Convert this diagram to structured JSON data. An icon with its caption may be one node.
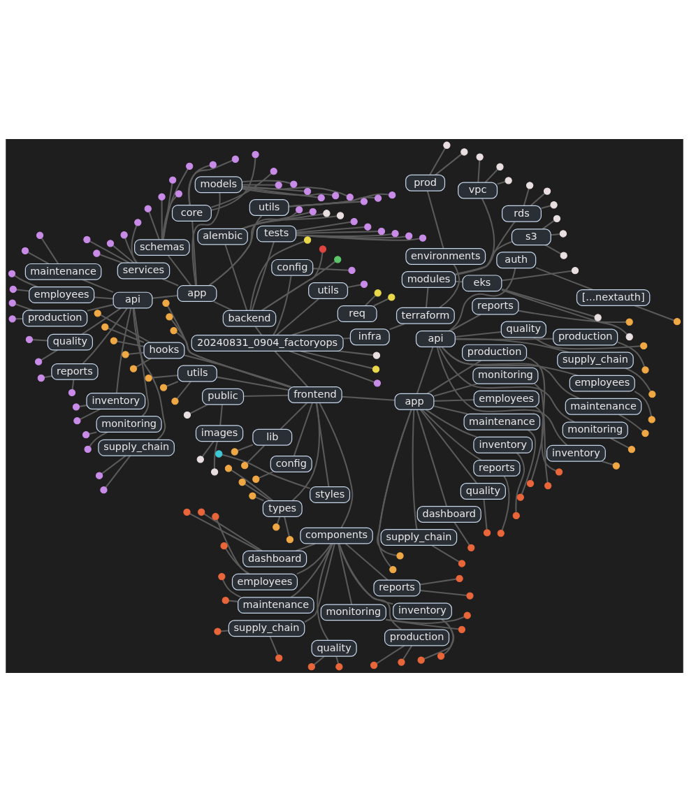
{
  "diagram": {
    "nodes": [
      {
        "text": [
          "20240831_0904_factoryops"
        ]
      },
      {
        "text": [],
        "shape": "circle"
      },
      {
        "text": [],
        "shape": "circle"
      },
      {
        "text": [],
        "shape": "circle"
      },
      {
        "text": [
          "infra"
        ]
      },
      {
        "text": [
          "terraform"
        ]
      },
      {
        "text": [
          "modules"
        ]
      },
      {
        "text": [
          "eks"
        ]
      },
      {
        "text": [],
        "shape": "circle"
      },
      {
        "text": [],
        "shape": "circle"
      },
      {
        "text": [],
        "shape": "circle"
      },
      {
        "text": [
          "s3"
        ]
      },
      {
        "text": [],
        "shape": "circle"
      },
      {
        "text": [],
        "shape": "circle"
      },
      {
        "text": [],
        "shape": "circle"
      },
      {
        "text": [
          "rds"
        ]
      },
      {
        "text": [],
        "shape": "circle"
      },
      {
        "text": [],
        "shape": "circle"
      },
      {
        "text": [],
        "shape": "circle"
      },
      {
        "text": [
          "vpc"
        ]
      },
      {
        "text": [],
        "shape": "circle"
      },
      {
        "text": [],
        "shape": "circle"
      },
      {
        "text": [],
        "shape": "circle"
      },
      {
        "text": [
          "environments"
        ]
      },
      {
        "text": [
          "prod"
        ]
      },
      {
        "text": [],
        "shape": "circle"
      },
      {
        "text": [],
        "shape": "circle"
      },
      {
        "text": [
          "req"
        ]
      },
      {
        "text": [],
        "shape": "circle"
      },
      {
        "text": [],
        "shape": "circle"
      },
      {
        "text": [
          "utils"
        ]
      },
      {
        "text": [],
        "shape": "circle"
      },
      {
        "text": [
          "config"
        ]
      },
      {
        "text": [],
        "shape": "circle"
      },
      {
        "text": [
          "backend"
        ]
      },
      {
        "text": [],
        "shape": "circle"
      },
      {
        "text": [],
        "shape": "circle"
      },
      {
        "text": [],
        "shape": "circle"
      },
      {
        "text": [
          "tests"
        ]
      },
      {
        "text": [],
        "shape": "circle"
      },
      {
        "text": [],
        "shape": "circle"
      },
      {
        "text": [],
        "shape": "circle"
      },
      {
        "text": [],
        "shape": "circle"
      },
      {
        "text": [],
        "shape": "circle"
      },
      {
        "text": [],
        "shape": "circle"
      },
      {
        "text": [
          "alembic"
        ]
      },
      {
        "text": [],
        "shape": "circle"
      },
      {
        "text": [],
        "shape": "circle"
      },
      {
        "text": [],
        "shape": "circle"
      },
      {
        "text": [
          "app"
        ]
      },
      {
        "text": [],
        "shape": "circle"
      },
      {
        "text": [
          "utils"
        ]
      },
      {
        "text": [],
        "shape": "circle"
      },
      {
        "text": [],
        "shape": "circle"
      },
      {
        "text": [],
        "shape": "circle"
      },
      {
        "text": [
          "models"
        ]
      },
      {
        "text": [],
        "shape": "circle"
      },
      {
        "text": [],
        "shape": "circle"
      },
      {
        "text": [],
        "shape": "circle"
      },
      {
        "text": [],
        "shape": "circle"
      },
      {
        "text": [],
        "shape": "circle"
      },
      {
        "text": [],
        "shape": "circle"
      },
      {
        "text": [
          "core"
        ]
      },
      {
        "text": [],
        "shape": "circle"
      },
      {
        "text": [],
        "shape": "circle"
      },
      {
        "text": [],
        "shape": "circle"
      },
      {
        "text": [],
        "shape": "circle"
      },
      {
        "text": [
          "schemas"
        ]
      },
      {
        "text": [],
        "shape": "circle"
      },
      {
        "text": [],
        "shape": "circle"
      },
      {
        "text": [],
        "shape": "circle"
      },
      {
        "text": [],
        "shape": "circle"
      },
      {
        "text": [],
        "shape": "circle"
      },
      {
        "text": [
          "services"
        ]
      },
      {
        "text": [],
        "shape": "circle"
      },
      {
        "text": [],
        "shape": "circle"
      },
      {
        "text": [],
        "shape": "circle"
      },
      {
        "text": [],
        "shape": "circle"
      },
      {
        "text": [],
        "shape": "circle"
      },
      {
        "text": [
          "api"
        ]
      },
      {
        "text": [
          "maintenance"
        ]
      },
      {
        "text": [],
        "shape": "circle"
      },
      {
        "text": [],
        "shape": "circle"
      },
      {
        "text": [
          "employees"
        ]
      },
      {
        "text": [],
        "shape": "circle"
      },
      {
        "text": [],
        "shape": "circle"
      },
      {
        "text": [
          "production"
        ]
      },
      {
        "text": [],
        "shape": "circle"
      },
      {
        "text": [],
        "shape": "circle"
      },
      {
        "text": [
          "quality"
        ]
      },
      {
        "text": [],
        "shape": "circle"
      },
      {
        "text": [],
        "shape": "circle"
      },
      {
        "text": [
          "reports"
        ]
      },
      {
        "text": [],
        "shape": "circle"
      },
      {
        "text": [],
        "shape": "circle"
      },
      {
        "text": [
          "inventory"
        ]
      },
      {
        "text": [],
        "shape": "circle"
      },
      {
        "text": [],
        "shape": "circle"
      },
      {
        "text": [
          "monitoring"
        ]
      },
      {
        "text": [],
        "shape": "circle"
      },
      {
        "text": [],
        "shape": "circle"
      },
      {
        "text": [
          "supply_chain"
        ]
      },
      {
        "text": [],
        "shape": "circle"
      },
      {
        "text": [],
        "shape": "circle"
      },
      {
        "text": [
          "frontend"
        ]
      },
      {
        "text": [],
        "shape": "circle"
      },
      {
        "text": [],
        "shape": "circle"
      },
      {
        "text": [],
        "shape": "circle"
      },
      {
        "text": [
          "hooks"
        ]
      },
      {
        "text": [],
        "shape": "circle"
      },
      {
        "text": [],
        "shape": "circle"
      },
      {
        "text": [],
        "shape": "circle"
      },
      {
        "text": [],
        "shape": "circle"
      },
      {
        "text": [],
        "shape": "circle"
      },
      {
        "text": [
          "utils"
        ]
      },
      {
        "text": [],
        "shape": "circle"
      },
      {
        "text": [],
        "shape": "circle"
      },
      {
        "text": [],
        "shape": "circle"
      },
      {
        "text": [
          "public"
        ]
      },
      {
        "text": [],
        "shape": "circle"
      },
      {
        "text": [
          "images"
        ]
      },
      {
        "text": [],
        "shape": "circle"
      },
      {
        "text": [],
        "shape": "circle"
      },
      {
        "text": [
          "lib"
        ]
      },
      {
        "text": [],
        "shape": "circle"
      },
      {
        "text": [],
        "shape": "circle"
      },
      {
        "text": [
          "config"
        ]
      },
      {
        "text": [],
        "shape": "circle"
      },
      {
        "text": [
          "styles"
        ]
      },
      {
        "text": [],
        "shape": "circle"
      },
      {
        "text": [
          "types"
        ]
      },
      {
        "text": [],
        "shape": "circle"
      },
      {
        "text": [],
        "shape": "circle"
      },
      {
        "text": [],
        "shape": "circle"
      },
      {
        "text": [],
        "shape": "circle"
      },
      {
        "text": [],
        "shape": "circle"
      },
      {
        "text": [
          "components"
        ]
      },
      {
        "text": [
          "dashboard"
        ]
      },
      {
        "text": [],
        "shape": "circle"
      },
      {
        "text": [],
        "shape": "circle"
      },
      {
        "text": [
          "employees"
        ]
      },
      {
        "text": [],
        "shape": "circle"
      },
      {
        "text": [],
        "shape": "circle"
      },
      {
        "text": [
          "maintenance"
        ]
      },
      {
        "text": [],
        "shape": "circle"
      },
      {
        "text": [],
        "shape": "circle"
      },
      {
        "text": [
          "supply_chain"
        ]
      },
      {
        "text": [],
        "shape": "circle"
      },
      {
        "text": [],
        "shape": "circle"
      },
      {
        "text": [
          "quality"
        ]
      },
      {
        "text": [],
        "shape": "circle"
      },
      {
        "text": [],
        "shape": "circle"
      },
      {
        "text": [
          "production"
        ]
      },
      {
        "text": [],
        "shape": "circle"
      },
      {
        "text": [],
        "shape": "circle"
      },
      {
        "text": [
          "inventory"
        ]
      },
      {
        "text": [],
        "shape": "circle"
      },
      {
        "text": [],
        "shape": "circle"
      },
      {
        "text": [
          "monitoring"
        ]
      },
      {
        "text": [],
        "shape": "circle"
      },
      {
        "text": [],
        "shape": "circle"
      },
      {
        "text": [
          "reports"
        ]
      },
      {
        "text": [],
        "shape": "circle"
      },
      {
        "text": [],
        "shape": "circle"
      },
      {
        "text": [
          "app"
        ]
      },
      {
        "text": [],
        "shape": "circle"
      },
      {
        "text": [],
        "shape": "circle"
      },
      {
        "text": [
          "supply_chain"
        ]
      },
      {
        "text": [],
        "shape": "circle"
      },
      {
        "text": [
          "dashboard"
        ]
      },
      {
        "text": [],
        "shape": "circle"
      },
      {
        "text": [
          "quality"
        ]
      },
      {
        "text": [],
        "shape": "circle"
      },
      {
        "text": [
          "reports"
        ]
      },
      {
        "text": [],
        "shape": "circle"
      },
      {
        "text": [
          "inventory"
        ]
      },
      {
        "text": [],
        "shape": "circle"
      },
      {
        "text": [
          "maintenance"
        ]
      },
      {
        "text": [],
        "shape": "circle"
      },
      {
        "text": [
          "employees"
        ]
      },
      {
        "text": [],
        "shape": "circle"
      },
      {
        "text": [
          "monitoring"
        ]
      },
      {
        "text": [],
        "shape": "circle"
      },
      {
        "text": [
          "production"
        ]
      },
      {
        "text": [],
        "shape": "circle"
      },
      {
        "text": [
          "api"
        ]
      },
      {
        "text": [
          "inventory"
        ]
      },
      {
        "text": [],
        "shape": "circle"
      },
      {
        "text": [
          "monitoring"
        ]
      },
      {
        "text": [],
        "shape": "circle"
      },
      {
        "text": [
          "maintenance"
        ]
      },
      {
        "text": [],
        "shape": "circle"
      },
      {
        "text": [
          "employees"
        ]
      },
      {
        "text": [],
        "shape": "circle"
      },
      {
        "text": [
          "supply_chain"
        ]
      },
      {
        "text": [],
        "shape": "circle"
      },
      {
        "text": [
          "production"
        ]
      },
      {
        "text": [],
        "shape": "circle"
      },
      {
        "text": [
          "quality"
        ]
      },
      {
        "text": [],
        "shape": "circle"
      },
      {
        "text": [
          "reports"
        ]
      },
      {
        "text": [],
        "shape": "circle"
      },
      {
        "text": [
          "auth"
        ]
      },
      {
        "text": [
          "[...nextauth]"
        ]
      },
      {
        "text": [],
        "shape": "circle"
      }
    ],
    "edges": [
      {
        "from": 0,
        "to": 1,
        "arrow": "none"
      },
      {
        "from": 0,
        "to": 2,
        "arrow": "none"
      },
      {
        "from": 0,
        "to": 3,
        "arrow": "none"
      },
      {
        "from": 0,
        "to": 4,
        "arrow": "none"
      },
      {
        "from": 4,
        "to": 5,
        "arrow": "none"
      },
      {
        "from": 5,
        "to": 6,
        "arrow": "none"
      },
      {
        "from": 6,
        "to": 7,
        "arrow": "none"
      },
      {
        "from": 7,
        "to": 8,
        "arrow": "none"
      },
      {
        "from": 7,
        "to": 9,
        "arrow": "none"
      },
      {
        "from": 7,
        "to": 10,
        "arrow": "none"
      },
      {
        "from": 6,
        "to": 11,
        "arrow": "none"
      },
      {
        "from": 11,
        "to": 12,
        "arrow": "none"
      },
      {
        "from": 11,
        "to": 13,
        "arrow": "none"
      },
      {
        "from": 11,
        "to": 14,
        "arrow": "none"
      },
      {
        "from": 6,
        "to": 15,
        "arrow": "none"
      },
      {
        "from": 15,
        "to": 16,
        "arrow": "none"
      },
      {
        "from": 15,
        "to": 17,
        "arrow": "none"
      },
      {
        "from": 15,
        "to": 18,
        "arrow": "none"
      },
      {
        "from": 6,
        "to": 19,
        "arrow": "none"
      },
      {
        "from": 19,
        "to": 20,
        "arrow": "none"
      },
      {
        "from": 19,
        "to": 21,
        "arrow": "none"
      },
      {
        "from": 19,
        "to": 22,
        "arrow": "none"
      },
      {
        "from": 5,
        "to": 23,
        "arrow": "none"
      },
      {
        "from": 23,
        "to": 24,
        "arrow": "none"
      },
      {
        "from": 24,
        "to": 25,
        "arrow": "none"
      },
      {
        "from": 24,
        "to": 26,
        "arrow": "none"
      },
      {
        "from": 0,
        "to": 27,
        "arrow": "none"
      },
      {
        "from": 27,
        "to": 28,
        "arrow": "none"
      },
      {
        "from": 27,
        "to": 29,
        "arrow": "none"
      },
      {
        "from": 0,
        "to": 30,
        "arrow": "none"
      },
      {
        "from": 30,
        "to": 31,
        "arrow": "none"
      },
      {
        "from": 0,
        "to": 32,
        "arrow": "none"
      },
      {
        "from": 32,
        "to": 33,
        "arrow": "none"
      },
      {
        "from": 0,
        "to": 34,
        "arrow": "none"
      },
      {
        "from": 34,
        "to": 35,
        "arrow": "none"
      },
      {
        "from": 34,
        "to": 36,
        "arrow": "none"
      },
      {
        "from": 34,
        "to": 37,
        "arrow": "none"
      },
      {
        "from": 34,
        "to": 38,
        "arrow": "none"
      },
      {
        "from": 38,
        "to": 39,
        "arrow": "none"
      },
      {
        "from": 38,
        "to": 40,
        "arrow": "none"
      },
      {
        "from": 38,
        "to": 41,
        "arrow": "none"
      },
      {
        "from": 38,
        "to": 42,
        "arrow": "none"
      },
      {
        "from": 38,
        "to": 43,
        "arrow": "none"
      },
      {
        "from": 38,
        "to": 44,
        "arrow": "none"
      },
      {
        "from": 34,
        "to": 45,
        "arrow": "none"
      },
      {
        "from": 45,
        "to": 46,
        "arrow": "none"
      },
      {
        "from": 45,
        "to": 47,
        "arrow": "none"
      },
      {
        "from": 45,
        "to": 48,
        "arrow": "none"
      },
      {
        "from": 34,
        "to": 49,
        "arrow": "none"
      },
      {
        "from": 49,
        "to": 50,
        "arrow": "none"
      },
      {
        "from": 49,
        "to": 51,
        "arrow": "none"
      },
      {
        "from": 51,
        "to": 52,
        "arrow": "none"
      },
      {
        "from": 51,
        "to": 53,
        "arrow": "none"
      },
      {
        "from": 51,
        "to": 54,
        "arrow": "none"
      },
      {
        "from": 49,
        "to": 55,
        "arrow": "none"
      },
      {
        "from": 55,
        "to": 56,
        "arrow": "none"
      },
      {
        "from": 55,
        "to": 57,
        "arrow": "none"
      },
      {
        "from": 55,
        "to": 58,
        "arrow": "none"
      },
      {
        "from": 55,
        "to": 59,
        "arrow": "none"
      },
      {
        "from": 55,
        "to": 60,
        "arrow": "none"
      },
      {
        "from": 55,
        "to": 61,
        "arrow": "none"
      },
      {
        "from": 49,
        "to": 62,
        "arrow": "none"
      },
      {
        "from": 62,
        "to": 63,
        "arrow": "none"
      },
      {
        "from": 62,
        "to": 64,
        "arrow": "none"
      },
      {
        "from": 62,
        "to": 65,
        "arrow": "none"
      },
      {
        "from": 62,
        "to": 66,
        "arrow": "none"
      },
      {
        "from": 49,
        "to": 67,
        "arrow": "none"
      },
      {
        "from": 67,
        "to": 68,
        "arrow": "none"
      },
      {
        "from": 67,
        "to": 69,
        "arrow": "none"
      },
      {
        "from": 67,
        "to": 70,
        "arrow": "none"
      },
      {
        "from": 67,
        "to": 71,
        "arrow": "none"
      },
      {
        "from": 67,
        "to": 72,
        "arrow": "none"
      },
      {
        "from": 49,
        "to": 73,
        "arrow": "none"
      },
      {
        "from": 73,
        "to": 74,
        "arrow": "none"
      },
      {
        "from": 73,
        "to": 75,
        "arrow": "none"
      },
      {
        "from": 73,
        "to": 76,
        "arrow": "none"
      },
      {
        "from": 73,
        "to": 77,
        "arrow": "none"
      },
      {
        "from": 73,
        "to": 78,
        "arrow": "none"
      },
      {
        "from": 49,
        "to": 79,
        "arrow": "none"
      },
      {
        "from": 79,
        "to": 80,
        "arrow": "none"
      },
      {
        "from": 80,
        "to": 81,
        "arrow": "none"
      },
      {
        "from": 80,
        "to": 82,
        "arrow": "none"
      },
      {
        "from": 79,
        "to": 83,
        "arrow": "none"
      },
      {
        "from": 83,
        "to": 84,
        "arrow": "none"
      },
      {
        "from": 83,
        "to": 85,
        "arrow": "none"
      },
      {
        "from": 79,
        "to": 86,
        "arrow": "none"
      },
      {
        "from": 86,
        "to": 87,
        "arrow": "none"
      },
      {
        "from": 86,
        "to": 88,
        "arrow": "none"
      },
      {
        "from": 79,
        "to": 89,
        "arrow": "none"
      },
      {
        "from": 89,
        "to": 90,
        "arrow": "none"
      },
      {
        "from": 89,
        "to": 91,
        "arrow": "none"
      },
      {
        "from": 79,
        "to": 92,
        "arrow": "none"
      },
      {
        "from": 92,
        "to": 93,
        "arrow": "none"
      },
      {
        "from": 92,
        "to": 94,
        "arrow": "none"
      },
      {
        "from": 79,
        "to": 95,
        "arrow": "none"
      },
      {
        "from": 95,
        "to": 96,
        "arrow": "none"
      },
      {
        "from": 95,
        "to": 97,
        "arrow": "none"
      },
      {
        "from": 79,
        "to": 98,
        "arrow": "none"
      },
      {
        "from": 98,
        "to": 99,
        "arrow": "none"
      },
      {
        "from": 98,
        "to": 100,
        "arrow": "none"
      },
      {
        "from": 79,
        "to": 101,
        "arrow": "none"
      },
      {
        "from": 101,
        "to": 102,
        "arrow": "none"
      },
      {
        "from": 101,
        "to": 103,
        "arrow": "none"
      },
      {
        "from": 0,
        "to": 104,
        "arrow": "none"
      },
      {
        "from": 104,
        "to": 105,
        "arrow": "none"
      },
      {
        "from": 104,
        "to": 106,
        "arrow": "none"
      },
      {
        "from": 104,
        "to": 107,
        "arrow": "none"
      },
      {
        "from": 104,
        "to": 108,
        "arrow": "none"
      },
      {
        "from": 108,
        "to": 109,
        "arrow": "none"
      },
      {
        "from": 108,
        "to": 110,
        "arrow": "none"
      },
      {
        "from": 108,
        "to": 111,
        "arrow": "none"
      },
      {
        "from": 108,
        "to": 112,
        "arrow": "none"
      },
      {
        "from": 108,
        "to": 113,
        "arrow": "none"
      },
      {
        "from": 104,
        "to": 114,
        "arrow": "none"
      },
      {
        "from": 114,
        "to": 115,
        "arrow": "none"
      },
      {
        "from": 114,
        "to": 116,
        "arrow": "none"
      },
      {
        "from": 114,
        "to": 117,
        "arrow": "none"
      },
      {
        "from": 104,
        "to": 118,
        "arrow": "none"
      },
      {
        "from": 118,
        "to": 119,
        "arrow": "none"
      },
      {
        "from": 118,
        "to": 120,
        "arrow": "none"
      },
      {
        "from": 120,
        "to": 121,
        "arrow": "none"
      },
      {
        "from": 120,
        "to": 122,
        "arrow": "none"
      },
      {
        "from": 104,
        "to": 123,
        "arrow": "none"
      },
      {
        "from": 123,
        "to": 124,
        "arrow": "none"
      },
      {
        "from": 123,
        "to": 125,
        "arrow": "none"
      },
      {
        "from": 104,
        "to": 126,
        "arrow": "none"
      },
      {
        "from": 126,
        "to": 127,
        "arrow": "none"
      },
      {
        "from": 104,
        "to": 128,
        "arrow": "none"
      },
      {
        "from": 128,
        "to": 129,
        "arrow": "none"
      },
      {
        "from": 104,
        "to": 130,
        "arrow": "none"
      },
      {
        "from": 130,
        "to": 131,
        "arrow": "none"
      },
      {
        "from": 130,
        "to": 132,
        "arrow": "none"
      },
      {
        "from": 130,
        "to": 133,
        "arrow": "none"
      },
      {
        "from": 130,
        "to": 134,
        "arrow": "none"
      },
      {
        "from": 130,
        "to": 135,
        "arrow": "none"
      },
      {
        "from": 104,
        "to": 136,
        "arrow": "none"
      },
      {
        "from": 136,
        "to": 137,
        "arrow": "none"
      },
      {
        "from": 137,
        "to": 138,
        "arrow": "none"
      },
      {
        "from": 137,
        "to": 139,
        "arrow": "none"
      },
      {
        "from": 136,
        "to": 140,
        "arrow": "none"
      },
      {
        "from": 140,
        "to": 141,
        "arrow": "none"
      },
      {
        "from": 140,
        "to": 142,
        "arrow": "none"
      },
      {
        "from": 136,
        "to": 143,
        "arrow": "none"
      },
      {
        "from": 143,
        "to": 144,
        "arrow": "none"
      },
      {
        "from": 143,
        "to": 145,
        "arrow": "none"
      },
      {
        "from": 136,
        "to": 146,
        "arrow": "none"
      },
      {
        "from": 146,
        "to": 147,
        "arrow": "none"
      },
      {
        "from": 146,
        "to": 148,
        "arrow": "none"
      },
      {
        "from": 136,
        "to": 149,
        "arrow": "none"
      },
      {
        "from": 149,
        "to": 150,
        "arrow": "none"
      },
      {
        "from": 149,
        "to": 151,
        "arrow": "none"
      },
      {
        "from": 136,
        "to": 152,
        "arrow": "none"
      },
      {
        "from": 152,
        "to": 153,
        "arrow": "none"
      },
      {
        "from": 152,
        "to": 154,
        "arrow": "none"
      },
      {
        "from": 136,
        "to": 155,
        "arrow": "none"
      },
      {
        "from": 155,
        "to": 156,
        "arrow": "none"
      },
      {
        "from": 155,
        "to": 157,
        "arrow": "none"
      },
      {
        "from": 136,
        "to": 158,
        "arrow": "none"
      },
      {
        "from": 158,
        "to": 159,
        "arrow": "none"
      },
      {
        "from": 158,
        "to": 160,
        "arrow": "none"
      },
      {
        "from": 136,
        "to": 161,
        "arrow": "none"
      },
      {
        "from": 161,
        "to": 162,
        "arrow": "none"
      },
      {
        "from": 161,
        "to": 163,
        "arrow": "none"
      },
      {
        "from": 104,
        "to": 164,
        "arrow": "none"
      },
      {
        "from": 164,
        "to": 165,
        "arrow": "none"
      },
      {
        "from": 164,
        "to": 166,
        "arrow": "none"
      },
      {
        "from": 164,
        "to": 167,
        "arrow": "none"
      },
      {
        "from": 167,
        "to": 168,
        "arrow": "none"
      },
      {
        "from": 164,
        "to": 169,
        "arrow": "none"
      },
      {
        "from": 169,
        "to": 170,
        "arrow": "none"
      },
      {
        "from": 164,
        "to": 171,
        "arrow": "none"
      },
      {
        "from": 171,
        "to": 172,
        "arrow": "none"
      },
      {
        "from": 164,
        "to": 173,
        "arrow": "none"
      },
      {
        "from": 173,
        "to": 174,
        "arrow": "none"
      },
      {
        "from": 164,
        "to": 175,
        "arrow": "none"
      },
      {
        "from": 175,
        "to": 176,
        "arrow": "none"
      },
      {
        "from": 164,
        "to": 177,
        "arrow": "none"
      },
      {
        "from": 177,
        "to": 178,
        "arrow": "none"
      },
      {
        "from": 164,
        "to": 179,
        "arrow": "none"
      },
      {
        "from": 179,
        "to": 180,
        "arrow": "none"
      },
      {
        "from": 164,
        "to": 181,
        "arrow": "none"
      },
      {
        "from": 181,
        "to": 182,
        "arrow": "none"
      },
      {
        "from": 164,
        "to": 183,
        "arrow": "none"
      },
      {
        "from": 183,
        "to": 184,
        "arrow": "none"
      },
      {
        "from": 164,
        "to": 185,
        "arrow": "none"
      },
      {
        "from": 185,
        "to": 186,
        "arrow": "none"
      },
      {
        "from": 186,
        "to": 187,
        "arrow": "none"
      },
      {
        "from": 185,
        "to": 188,
        "arrow": "none"
      },
      {
        "from": 188,
        "to": 189,
        "arrow": "none"
      },
      {
        "from": 185,
        "to": 190,
        "arrow": "none"
      },
      {
        "from": 190,
        "to": 191,
        "arrow": "none"
      },
      {
        "from": 185,
        "to": 192,
        "arrow": "none"
      },
      {
        "from": 192,
        "to": 193,
        "arrow": "none"
      },
      {
        "from": 185,
        "to": 194,
        "arrow": "none"
      },
      {
        "from": 194,
        "to": 195,
        "arrow": "none"
      },
      {
        "from": 185,
        "to": 196,
        "arrow": "none"
      },
      {
        "from": 196,
        "to": 197,
        "arrow": "none"
      },
      {
        "from": 185,
        "to": 198,
        "arrow": "none"
      },
      {
        "from": 198,
        "to": 199,
        "arrow": "none"
      },
      {
        "from": 185,
        "to": 200,
        "arrow": "none"
      },
      {
        "from": 200,
        "to": 201,
        "arrow": "none"
      },
      {
        "from": 185,
        "to": 202,
        "arrow": "none"
      },
      {
        "from": 202,
        "to": 203,
        "arrow": "none"
      },
      {
        "from": 203,
        "to": 204,
        "arrow": "none"
      }
    ]
  }
}
